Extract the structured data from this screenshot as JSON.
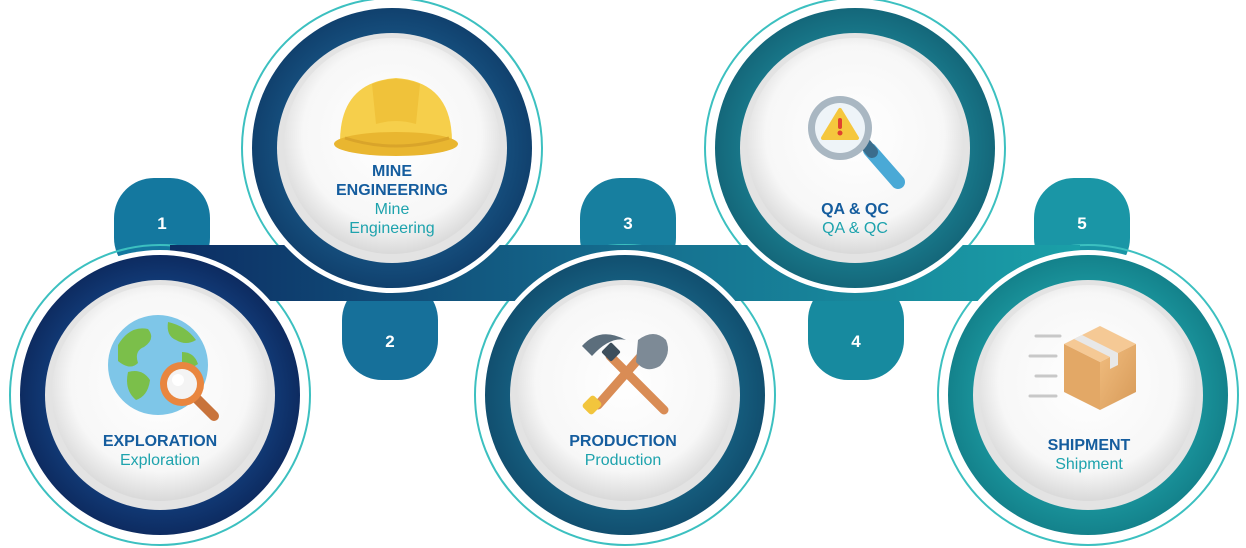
{
  "stages": [
    {
      "number": "1",
      "title": "EXPLORATION",
      "subtitle": "Exploration",
      "icon": "globe-magnifier-icon"
    },
    {
      "number": "2",
      "title": "MINE ENGINEERING",
      "title_line1": "MINE",
      "title_line2": "ENGINEERING",
      "subtitle": "Mine Engineering",
      "subtitle_line1": "Mine",
      "subtitle_line2": "Engineering",
      "icon": "hard-hat-icon"
    },
    {
      "number": "3",
      "title": "PRODUCTION",
      "subtitle": "Production",
      "icon": "pickaxe-shovel-icon"
    },
    {
      "number": "4",
      "title": "QA & QC",
      "subtitle": "QA & QC",
      "icon": "warning-magnifier-icon"
    },
    {
      "number": "5",
      "title": "SHIPMENT",
      "subtitle": "Shipment",
      "icon": "package-box-icon"
    }
  ],
  "colors": {
    "title_blue": "#155d9e",
    "subtitle_teal": "#1ea3ad",
    "dark_navy": "#0c2d63",
    "ring_teal": "#16a0a8",
    "outline_teal": "#3cc0c0"
  }
}
